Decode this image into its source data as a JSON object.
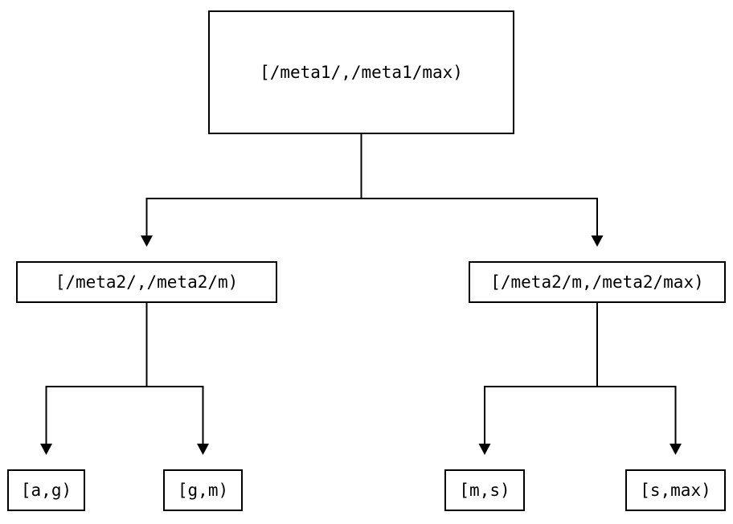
{
  "diagram": {
    "type": "tree",
    "colors": {
      "background": "#ffffff",
      "stroke": "#000000",
      "text": "#000000",
      "node_fill": "#ffffff"
    },
    "nodes": {
      "root": {
        "label": "[/meta1/,/meta1/max)"
      },
      "meta2_low": {
        "label": "[/meta2/,/meta2/m)"
      },
      "meta2_high": {
        "label": "[/meta2/m,/meta2/max)"
      },
      "leaf_ag": {
        "label": "[a,g)"
      },
      "leaf_gm": {
        "label": "[g,m)"
      },
      "leaf_ms": {
        "label": "[m,s)"
      },
      "leaf_smax": {
        "label": "[s,max)"
      }
    },
    "edges": [
      {
        "from": "root",
        "to": "meta2_low"
      },
      {
        "from": "root",
        "to": "meta2_high"
      },
      {
        "from": "meta2_low",
        "to": "leaf_ag"
      },
      {
        "from": "meta2_low",
        "to": "leaf_gm"
      },
      {
        "from": "meta2_high",
        "to": "leaf_ms"
      },
      {
        "from": "meta2_high",
        "to": "leaf_smax"
      }
    ]
  }
}
